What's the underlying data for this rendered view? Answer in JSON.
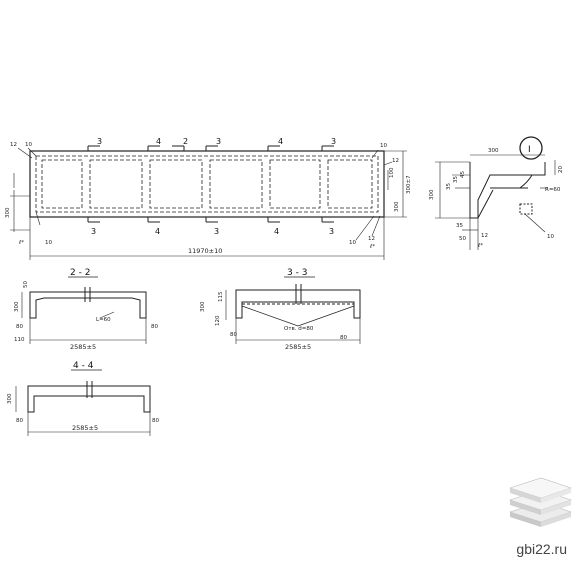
{
  "plan": {
    "total_length": "11970±10",
    "width_left": "300",
    "width_right": "300±7",
    "marks": {
      "n12_tl": "12",
      "n10_tl": "10",
      "n10_tr": "10",
      "n12_tr": "12",
      "n10_bl": "10",
      "n10_br": "10",
      "n12_br": "12",
      "d300_bottom_right": "300",
      "d100": "100",
      "d1": "1",
      "l6_left": "ℓ*",
      "l6_right": "ℓ*"
    },
    "cuts_top": [
      "3",
      "4",
      "2",
      "3",
      "4",
      "3"
    ],
    "cuts_bottom": [
      "3",
      "4",
      "3",
      "4",
      "3"
    ]
  },
  "detail": {
    "label": "I",
    "w300": "300",
    "h300": "300",
    "d20": "20",
    "d35a": "35",
    "d35b": "35",
    "d45": "45",
    "r60": "R=60",
    "d35c": "35",
    "d50": "50",
    "d12": "12",
    "d10": "10",
    "l6": "ℓ*"
  },
  "section22": {
    "title": "2 - 2",
    "h300": "300",
    "d50": "50",
    "note": "L=60",
    "d80a": "80",
    "d110": "110",
    "d80b": "80",
    "length": "2585±5"
  },
  "section33": {
    "title": "3 - 3",
    "d300": "300",
    "d115": "115",
    "d120": "120",
    "d80a": "80",
    "note": "Отв. d=80",
    "d80b": "80",
    "length": "2585±5"
  },
  "section44": {
    "title": "4 - 4",
    "h300": "300",
    "d80a": "80",
    "d80b": "80",
    "length": "2585±5"
  },
  "logo": {
    "text": "gbi22.ru"
  }
}
